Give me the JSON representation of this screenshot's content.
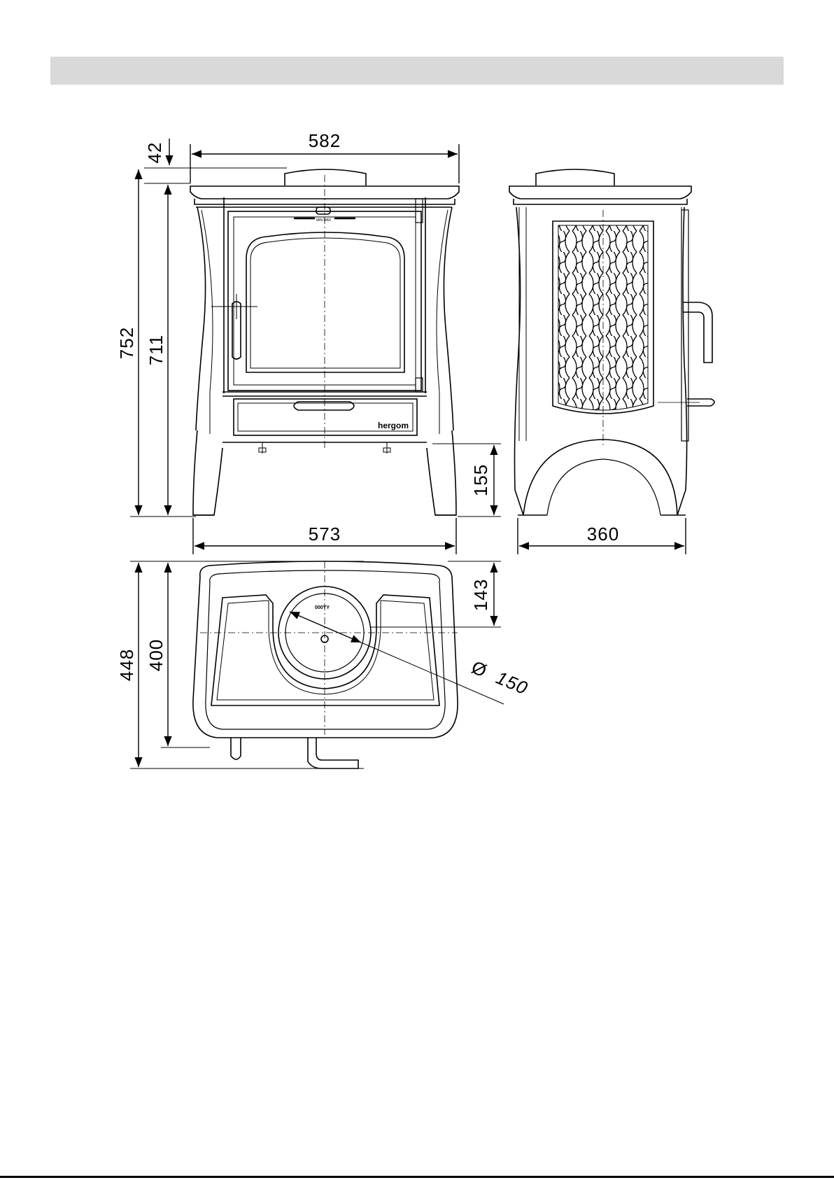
{
  "drawing": {
    "front_view": {
      "total_width": "582",
      "base_width": "573",
      "total_height": "752",
      "body_height": "711",
      "flue_collar_height": "42",
      "leg_height": "155",
      "brand": "hergom",
      "vent_label": "MIN MAX"
    },
    "side_view": {
      "depth": "360"
    },
    "top_view": {
      "total_depth": "448",
      "body_depth": "400",
      "flue_offset": "143",
      "flue_diameter_symbol": "Ø",
      "flue_diameter": "150",
      "flue_label": "000YY"
    }
  }
}
